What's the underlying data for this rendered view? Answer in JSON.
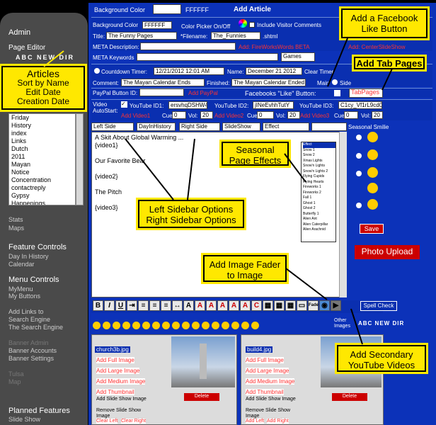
{
  "sidebar": {
    "admin": "Admin",
    "page_editor": "Page Editor",
    "abc_new_dir": "ABC NEW DIR",
    "list_items": [
      "Friday",
      "History",
      "index",
      "Links",
      "Dutch",
      "2011",
      "Mayan",
      "Notice",
      "Concentration",
      "contactreply",
      "Gypsy",
      "Happenings"
    ],
    "stats": "Stats",
    "maps": "Maps",
    "feature_controls": "Feature Controls",
    "day_in_history": "Day In History",
    "calendar": "Calendar",
    "menu_controls": "Menu Controls",
    "my_menu": "MyMenu",
    "my_buttons": "My Buttons",
    "add_links": "Add Links to",
    "search_engine": "Search Engine",
    "the_search_engine": "The Search Engine",
    "banner_admin": "Banner Admin",
    "banner_accounts": "Banner Accounts",
    "banner_settings": "Banner Settings",
    "tulsa": "Tulsa",
    "map": "Map",
    "planned_features": "Planned Features",
    "slide_show": "Slide Show"
  },
  "articles_callout": {
    "title": "Articles",
    "line1": "Sort by Name",
    "line2": "Edit Date",
    "line3": "Creation Date"
  },
  "top": {
    "bg_label": "Background Color",
    "bg_value": "FFFFFF",
    "add_article": "Add Article"
  },
  "form": {
    "bg_color_label": "Background Color",
    "bg_color_value": "FFFFFF",
    "picker_label": "Color Picker On/Off",
    "include_comments": "Include Visitor Comments",
    "title_label": "Title:",
    "title_value": "The Funny Pages",
    "filename_label": "*Filename:",
    "filename_value": "The_Funnies",
    "ext": ".shtml",
    "meta_desc_label": "META Description:",
    "add_fw": "Add: FireWorksWords BETA",
    "add_center": "Add: CenterSlideShow",
    "meta_kw_label": "META Keywords",
    "games": "Games",
    "countdown_label": "Countdown Timer:",
    "countdown_value": "12/21/2012 12:01 AM",
    "name_label": "Name:",
    "name_value": "December 21 2012",
    "clear_timer": "Clear Timer",
    "comment_label": "Comment:",
    "comment_value": "The Mayan Calendar Ends",
    "finished_label": "Finished:",
    "finished_value": "The Mayan Calendar Ended",
    "main": "Main",
    "side": "Side",
    "paypal_label": "PayPal Button ID:",
    "add_paypal": "Add PayPal",
    "fb_label": "Facebooks \"Like\" Button:",
    "tab_pages": "TabPages",
    "video_auto": "Video AutoStart:",
    "yt1": "YouTube ID1:",
    "yt1_val": "ersvhqDSHW4",
    "yt2": "YouTube ID2:",
    "yt2_val": "jINeEvhhTutY",
    "yt3": "YouTube ID3:",
    "yt3_val": "C1cy_Vf1rL9cd0",
    "add_v1": "Add Video1",
    "add_v2": "Add Video2",
    "add_v3": "Add Video3",
    "cue": "Cue:",
    "cue_val": "0",
    "vol": "Vol:",
    "vol_val": "20",
    "left_side": "Left Side",
    "day_in_history": "DayInHistory",
    "right_side": "Right Side",
    "slide_show": "SlideShow",
    "effect": "Effect",
    "seasonal_smilie": "Seasonal Smilie"
  },
  "editor": {
    "l1": "A Skit About Global Warming ...",
    "l2": "{video1}",
    "l3": "Our Favorite Bear",
    "l4": "{video2}",
    "l5": "The Pitch",
    "l6": "{video3}"
  },
  "effects": [
    "Effect",
    "Snow 1",
    "Snow 2",
    "Xmas Lights",
    "Snow'n Lights",
    "Snow'n Lights 2",
    "Flying Cupids",
    "Flying Hearts",
    "Fireworks 1",
    "Fireworks 2",
    "Fall 1",
    "Ghost 1",
    "Ghost 2",
    "Butterfly 1",
    "Alien Ant",
    "Alien Caterpillar",
    "Alien Arachnid"
  ],
  "save": "Save",
  "photo_upload": "Photo Upload",
  "spell_check": "Spell Check",
  "other_images": "Other Images",
  "images": [
    {
      "name": "church3b.jpg"
    },
    {
      "name": "build4.jpg"
    }
  ],
  "image_links": {
    "full": "Add Full Image",
    "large": "Add Large Image",
    "medium": "Add Medium Image",
    "thumb": "Add Thumbnail",
    "slide_add": "Add Slide Show Image",
    "slide_remove": "Remove Slide Show Image",
    "clear_left": "Clear Left",
    "clear_right": "Clear Right",
    "add_left": "Add Left",
    "add_right": "Add Right",
    "delete": "Delete"
  },
  "callouts": {
    "facebook": "Add a Facebook Like Button",
    "tab_pages": "Add Tab Pages",
    "seasonal": "Seasonal Page Effects",
    "sidebar_opts": "Left Sidebar Options Right Sidebar Options",
    "fader": "Add Image Fader to Image",
    "secondary_yt": "Add Secondary YouTube Videos"
  }
}
